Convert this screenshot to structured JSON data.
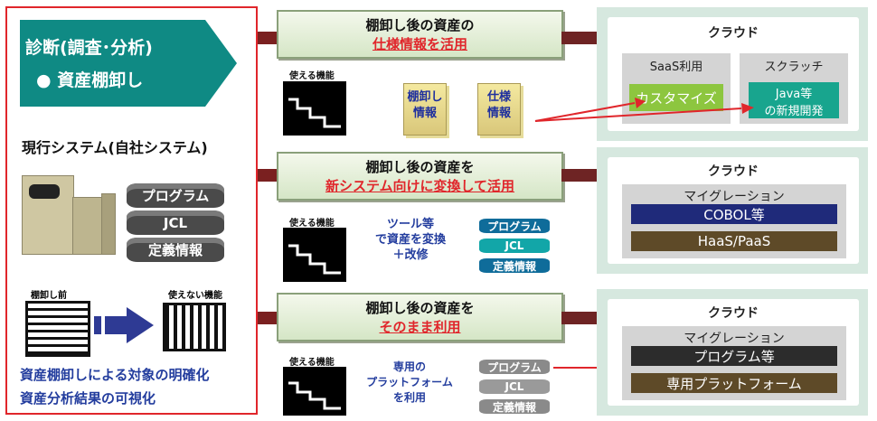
{
  "left": {
    "diag_line1": "診断(調査･分析)",
    "diag_line2": "● 資産棚卸し",
    "current_system": "現行システム(自社システム)",
    "cyl": [
      "プログラム",
      "JCL",
      "定義情報"
    ],
    "before_label": "棚卸し前",
    "unusable_label": "使えない機能",
    "bottom1": "資産棚卸しによる対象の明確化",
    "bottom2": "資産分析結果の可視化"
  },
  "rows": [
    {
      "banner1": "棚卸し後の資産の",
      "banner2": "仕様情報を活用",
      "func_label": "使える機能",
      "doc1": [
        "棚卸し",
        "情報"
      ],
      "doc2": [
        "仕様",
        "情報"
      ],
      "cloud_title": "クラウド",
      "saas_label": "SaaS利用",
      "scratch_label": "スクラッチ",
      "customize": "カスタマイズ",
      "java_line1": "Java等",
      "java_line2": "の新規開発"
    },
    {
      "banner1": "棚卸し後の資産を",
      "banner2": "新システム向けに変換して活用",
      "func_label": "使える機能",
      "tool1": "ツール等",
      "tool2": "で資産を変換",
      "tool3": "＋改修",
      "tags": [
        "プログラム",
        "JCL",
        "定義情報"
      ],
      "cloud_title": "クラウド",
      "migration": "マイグレーション",
      "bar1": "COBOL等",
      "bar2": "HaaS/PaaS"
    },
    {
      "banner1": "棚卸し後の資産を",
      "banner2": "そのまま利用",
      "func_label": "使える機能",
      "plat1": "専用の",
      "plat2": "プラットフォーム",
      "plat3": "を利用",
      "tags": [
        "プログラム",
        "JCL",
        "定義情報"
      ],
      "cloud_title": "クラウド",
      "migration": "マイグレーション",
      "bar1": "プログラム等",
      "bar2": "専用プラットフォーム"
    }
  ],
  "colors": {
    "red": "#e0262b",
    "teal": "#0f8a84",
    "navy": "#1f2a7a",
    "olive": "#5e4a28",
    "dark": "#2c2c2c",
    "green": "#8dc63f",
    "cloud_bg": "#d6e8df",
    "arrow": "#6e2424"
  }
}
